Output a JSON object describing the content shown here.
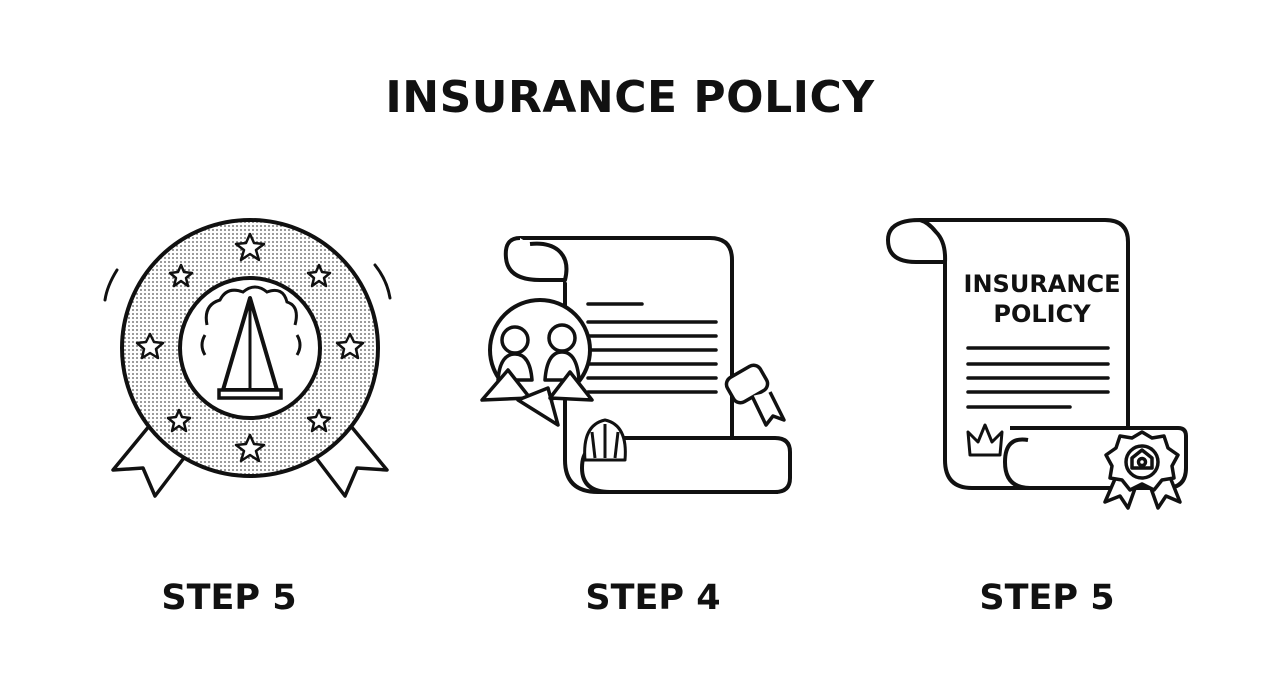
{
  "title": "INSURANCE POLICY",
  "steps": [
    {
      "label": "STEP 5",
      "icon": "medal-badge-icon"
    },
    {
      "label": "STEP 4",
      "icon": "policy-scroll-with-people-icon"
    },
    {
      "label": "STEP 5",
      "icon": "insurance-policy-scroll-icon"
    }
  ],
  "document": {
    "title_line1": "INSURANCE",
    "title_line2": "POLICY"
  },
  "colors": {
    "ink": "#111111",
    "background": "#ffffff",
    "dot_fill": "#cccccc"
  }
}
